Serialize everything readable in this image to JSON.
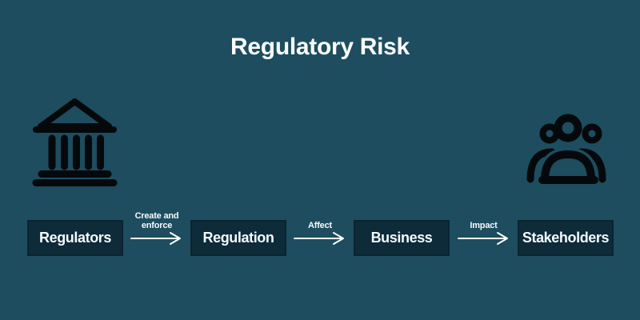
{
  "title": "Regulatory Risk",
  "colors": {
    "background": "#1d4d5f",
    "node_fill": "#0d2b39",
    "node_border": "#0b2431",
    "text": "#ffffff",
    "icon": "#06090c",
    "arrow": "#ffffff"
  },
  "diagram": {
    "type": "flow",
    "nodes": [
      {
        "label": "Regulators"
      },
      {
        "label": "Regulation"
      },
      {
        "label": "Business"
      },
      {
        "label": "Stakeholders"
      }
    ],
    "connectors": [
      {
        "label": "Create and enforce",
        "from": "Regulators",
        "to": "Regulation"
      },
      {
        "label": "Affect",
        "from": "Regulation",
        "to": "Business"
      },
      {
        "label": "Impact",
        "from": "Business",
        "to": "Stakeholders"
      }
    ],
    "icons": [
      {
        "name": "bank-building-icon",
        "represents": "Regulators"
      },
      {
        "name": "stakeholders-group-icon",
        "represents": "Stakeholders"
      }
    ]
  }
}
